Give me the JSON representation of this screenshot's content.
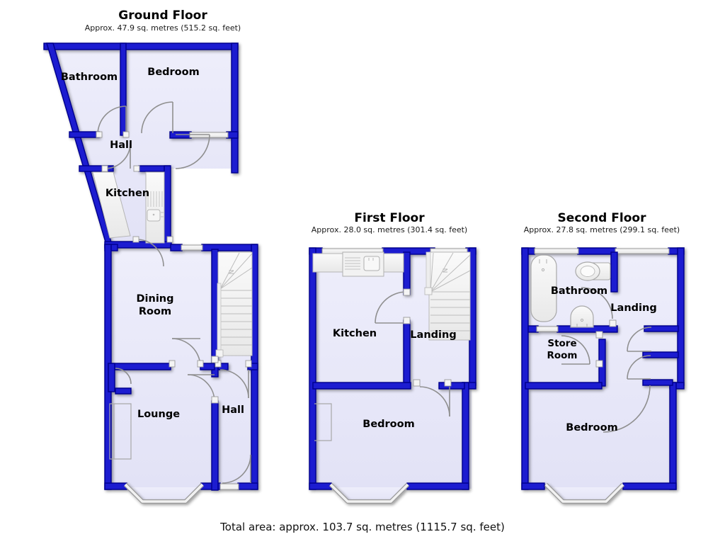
{
  "document": {
    "type": "floor-plan",
    "total_area_text": "Total area: approx. 103.7 sq. metres (1115.7 sq. feet)",
    "total_area_sqm": 103.7,
    "total_area_sqft": 1115.7,
    "colors": {
      "wall_fill": "#1a1ad0",
      "wall_stroke": "#00008b",
      "room_fill": "#e4e4f8",
      "fixture_fill": "#f0f0f0",
      "fixture_stroke": "#9a9a9a",
      "door_arc": "#8a8a8a",
      "text": "#000000"
    }
  },
  "floors": [
    {
      "id": "ground",
      "title": "Ground Floor",
      "subtitle": "Approx. 47.9 sq. metres (515.2 sq. feet)",
      "area_sqm": 47.9,
      "area_sqft": 515.2,
      "rooms": [
        {
          "key": "bathroom",
          "label": "Bathroom"
        },
        {
          "key": "bedroom",
          "label": "Bedroom"
        },
        {
          "key": "hall_upper",
          "label": "Hall"
        },
        {
          "key": "kitchen",
          "label": "Kitchen"
        },
        {
          "key": "dining_room_line1",
          "label": "Dining"
        },
        {
          "key": "dining_room_line2",
          "label": "Room"
        },
        {
          "key": "lounge",
          "label": "Lounge"
        },
        {
          "key": "hall_lower",
          "label": "Hall"
        }
      ],
      "features": [
        "staircase",
        "bay-window",
        "kitchen-units",
        "sink",
        "entrance-door"
      ]
    },
    {
      "id": "first",
      "title": "First Floor",
      "subtitle": "Approx. 28.0 sq. metres (301.4 sq. feet)",
      "area_sqm": 28.0,
      "area_sqft": 301.4,
      "rooms": [
        {
          "key": "kitchen",
          "label": "Kitchen"
        },
        {
          "key": "landing",
          "label": "Landing"
        },
        {
          "key": "bedroom",
          "label": "Bedroom"
        }
      ],
      "features": [
        "staircase",
        "bay-window",
        "sink-unit",
        "radiator"
      ]
    },
    {
      "id": "second",
      "title": "Second Floor",
      "subtitle": "Approx. 27.8 sq. metres (299.1 sq. feet)",
      "area_sqm": 27.8,
      "area_sqft": 299.1,
      "rooms": [
        {
          "key": "bathroom",
          "label": "Bathroom"
        },
        {
          "key": "landing",
          "label": "Landing"
        },
        {
          "key": "store_room_line1",
          "label": "Store"
        },
        {
          "key": "store_room_line2",
          "label": "Room"
        },
        {
          "key": "bedroom",
          "label": "Bedroom"
        }
      ],
      "features": [
        "bath",
        "toilet",
        "wash-basin",
        "bay-window",
        "cupboards"
      ]
    }
  ]
}
